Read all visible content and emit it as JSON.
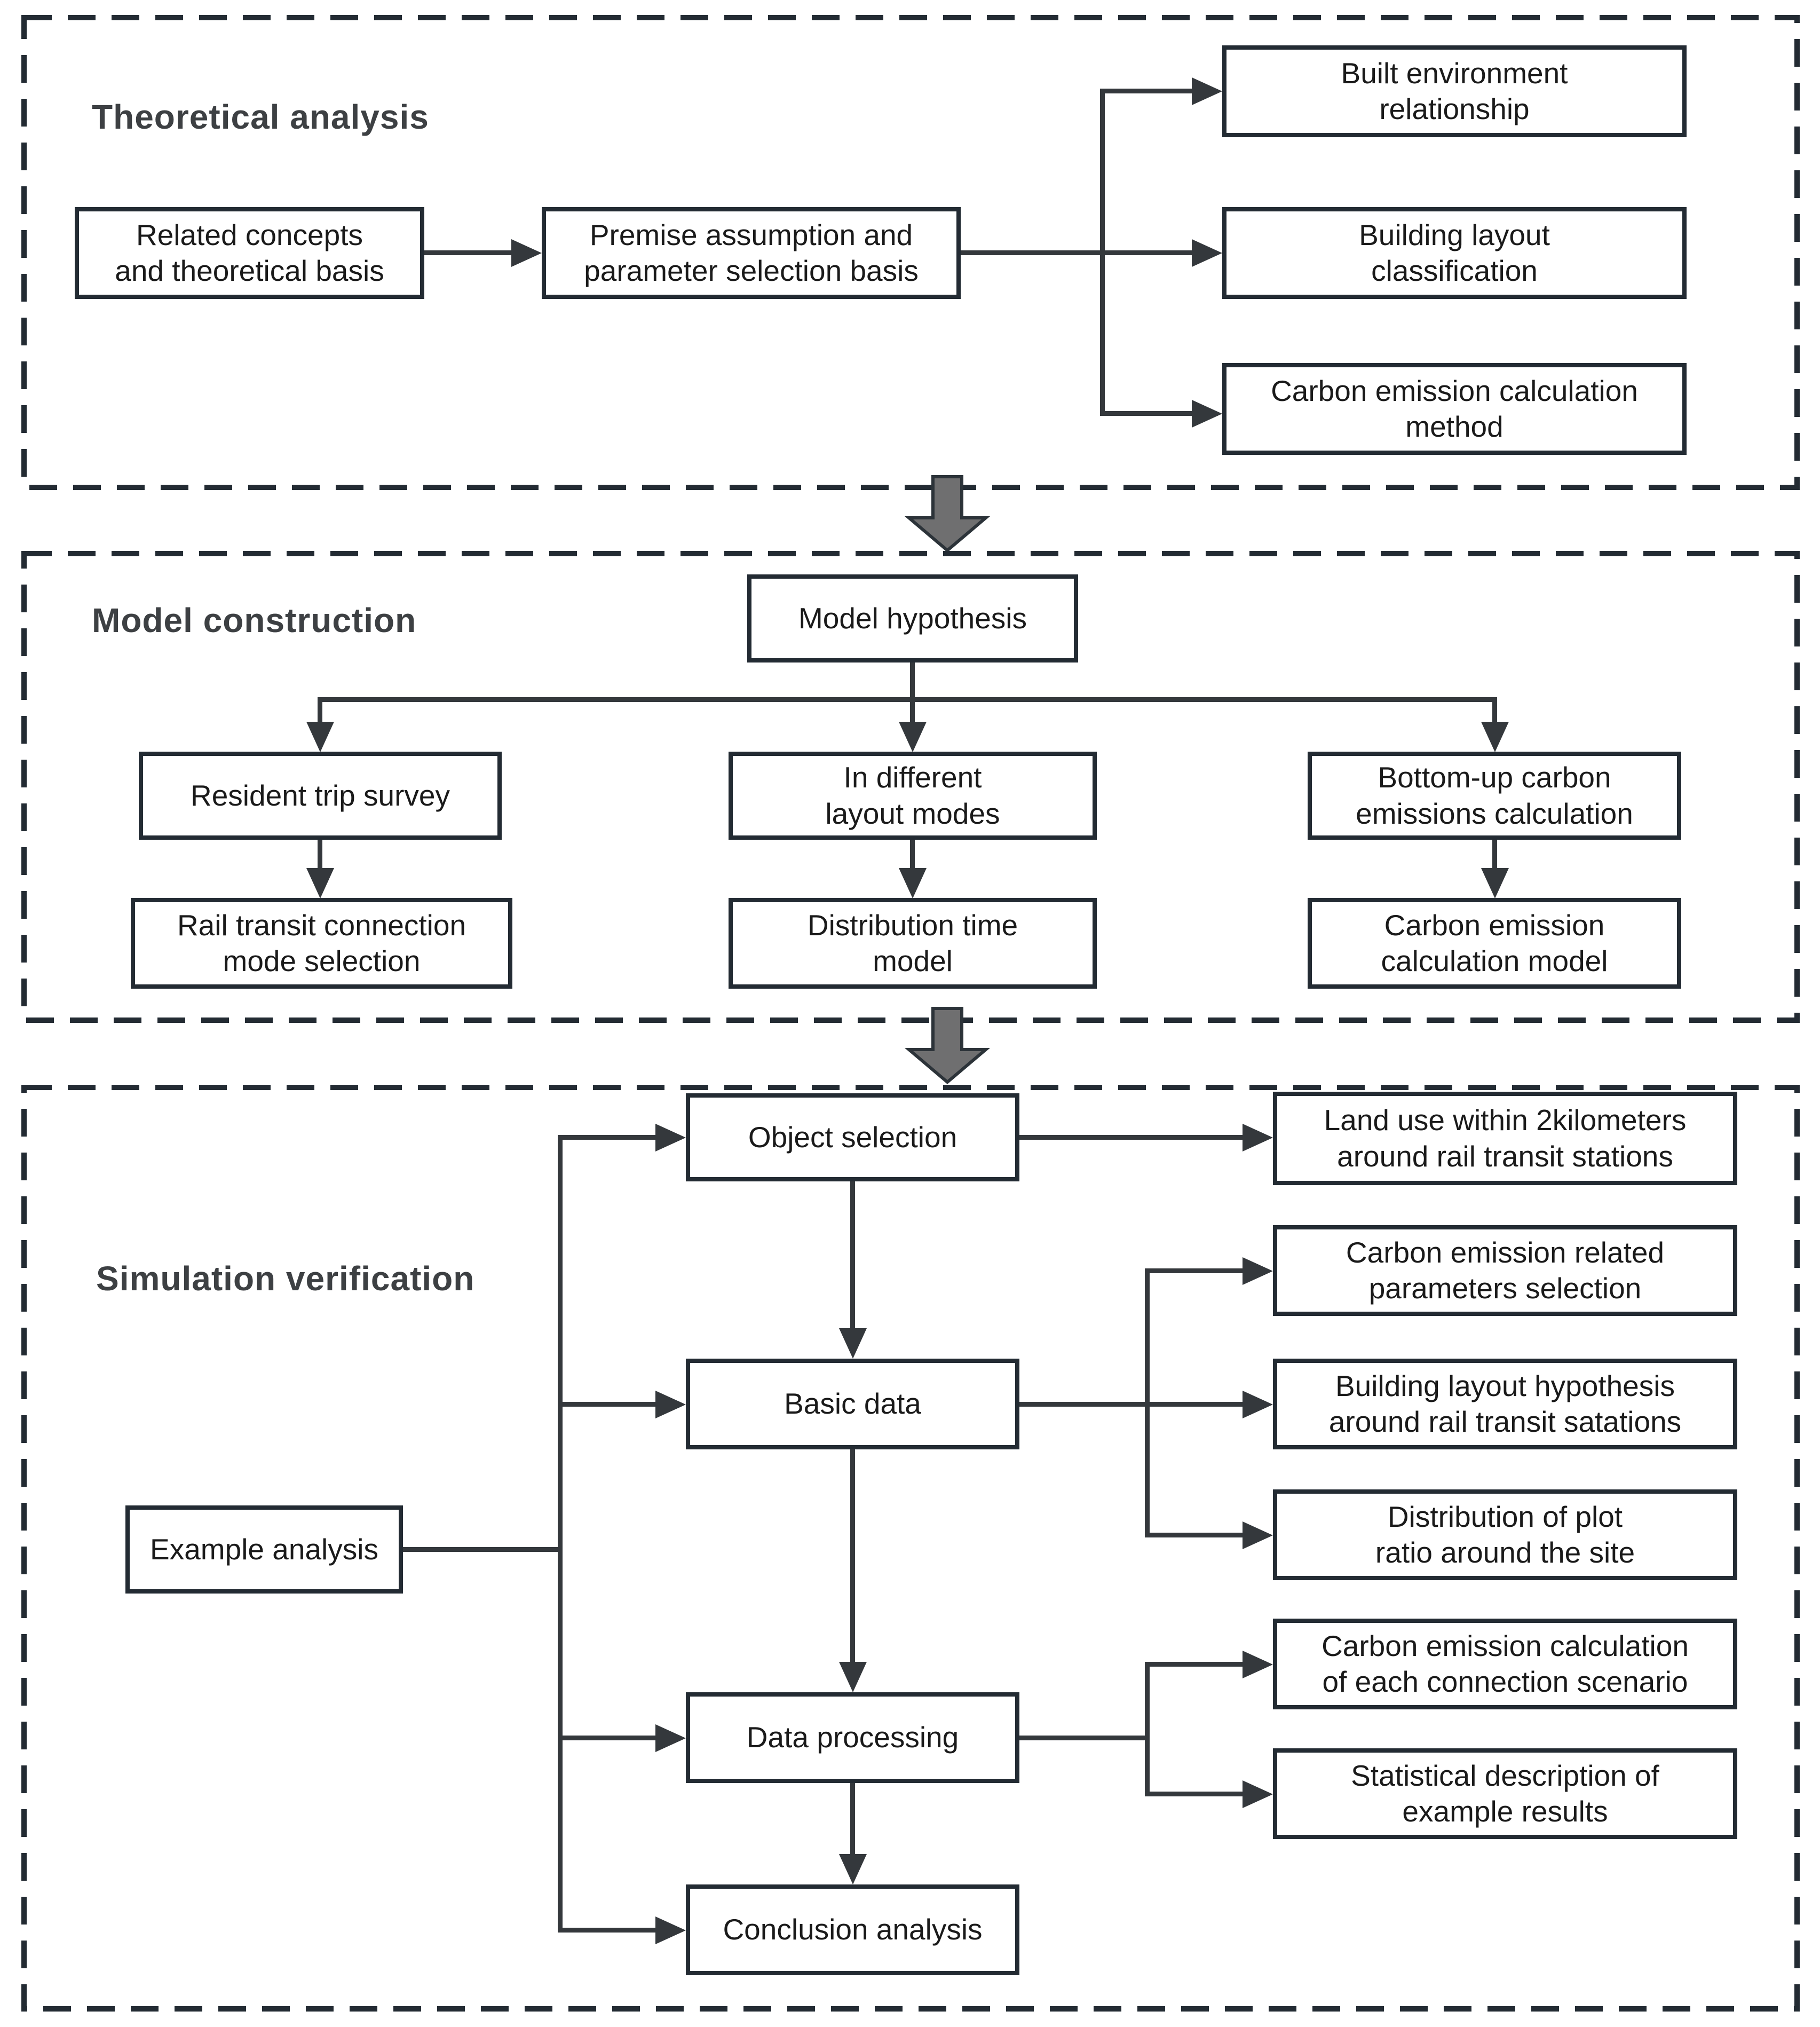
{
  "colors": {
    "box_border": "#232b33",
    "line": "#34383c",
    "text": "#1a1a1a",
    "title": "#3d4043",
    "block_arrow_fill": "#6f6f70",
    "block_arrow_stroke": "#2c3339",
    "bg": "#ffffff"
  },
  "sections": {
    "theoretical": {
      "title": "Theoretical analysis"
    },
    "model": {
      "title": "Model construction"
    },
    "simulation": {
      "title": "Simulation verification"
    }
  },
  "boxes": {
    "related_concepts": [
      "Related concepts",
      "and theoretical basis"
    ],
    "premise_assumption": [
      "Premise assumption and",
      "parameter selection basis"
    ],
    "built_environment": [
      "Built environment",
      "relationship"
    ],
    "building_layout_classification": [
      "Building layout",
      "classification"
    ],
    "carbon_method": [
      "Carbon emission calculation",
      "method"
    ],
    "model_hypothesis": [
      "Model hypothesis"
    ],
    "resident_trip_survey": [
      "Resident trip survey"
    ],
    "in_different_layout_modes": [
      "In different",
      "layout modes"
    ],
    "bottom_up_carbon": [
      "Bottom-up carbon",
      "emissions calculation"
    ],
    "rail_transit_connection": [
      "Rail transit connection",
      "mode selection"
    ],
    "distribution_time_model": [
      "Distribution time",
      "model"
    ],
    "carbon_calc_model": [
      "Carbon emission",
      "calculation model"
    ],
    "object_selection": [
      "Object selection"
    ],
    "land_use": [
      "Land use within 2kilometers",
      "around rail transit stations"
    ],
    "basic_data": [
      "Basic data"
    ],
    "carbon_params": [
      "Carbon emission related",
      "parameters selection"
    ],
    "building_layout_hypothesis": [
      "Building layout hypothesis",
      "around rail transit satations"
    ],
    "plot_ratio": [
      "Distribution of plot",
      "ratio around the site"
    ],
    "example_analysis": [
      "Example analysis"
    ],
    "data_processing": [
      "Data processing"
    ],
    "carbon_scenario": [
      "Carbon emission calculation",
      "of each connection scenario"
    ],
    "statistical_description": [
      "Statistical description of",
      "example results"
    ],
    "conclusion_analysis": [
      "Conclusion analysis"
    ]
  }
}
